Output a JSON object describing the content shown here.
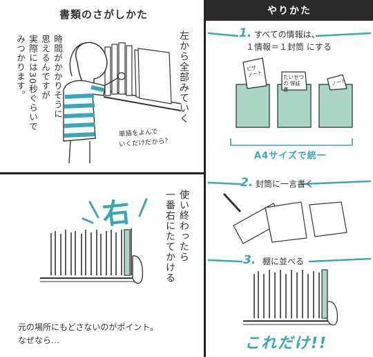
{
  "left_top": {
    "title": "書類のさがしかた",
    "vertical_right": "左から全部みていく",
    "vertical_left": [
      "時間がかかりそうに",
      "思えるんですが",
      "実際には30秒ぐらいで",
      "みつかります。"
    ],
    "handwritten": [
      "単語をよんで",
      "いくだけだから？"
    ]
  },
  "left_bottom": {
    "title_mark": "右",
    "vertical": [
      "使い終わったら",
      "一番右にたてかける"
    ],
    "text": [
      "元の場所にもどさないのがポイント。",
      "なぜなら…"
    ]
  },
  "right": {
    "banner": "やりかた",
    "step1": {
      "num": "1.",
      "lines": [
        "すべての情報は、",
        "１情報＝１封筒 にする"
      ]
    },
    "cards": [
      "ビザ ノート",
      "たいせつの 保証書",
      "ノート"
    ],
    "note": "A4サイズで統一",
    "step2": {
      "num": "2.",
      "text": "封筒に一言書く"
    },
    "step3": {
      "num": "3.",
      "text": "棚に並べる"
    },
    "finale": "これだけ!!"
  },
  "colors": {
    "accent": "#3aa7b4",
    "box": "#a9d6c4",
    "stripe": "#3aa7b4",
    "banner": "#2a2a2a"
  }
}
